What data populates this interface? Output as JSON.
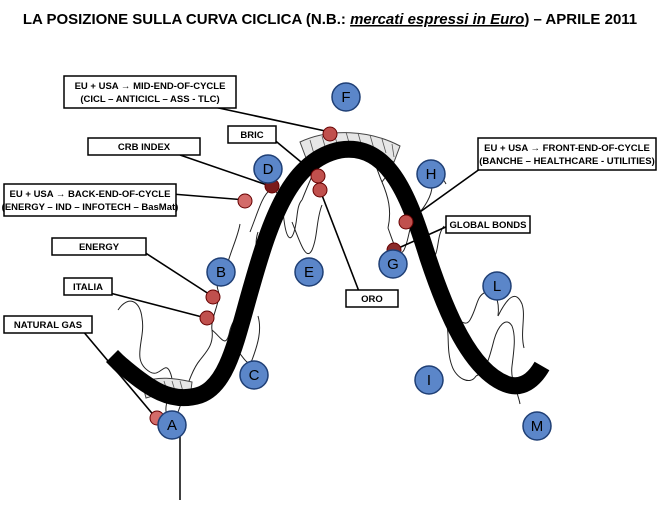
{
  "title": {
    "prefix": "LA POSIZIONE SULLA CURVA CICLICA (N.B.: ",
    "emphasis": "mercati espressi in Euro",
    "suffix": ") – APRILE 2011"
  },
  "stages": [
    "A",
    "B",
    "C",
    "D",
    "E",
    "F",
    "G",
    "H",
    "I",
    "L",
    "M"
  ],
  "labels": {
    "mid_end_1": "EU + USA → MID-END-OF-CYCLE",
    "mid_end_2": "(CICL – ANTICICL – ASS - TLC)",
    "crb": "CRB INDEX",
    "bric": "BRIC",
    "back_end_1": "EU + USA → BACK-END-OF-CYCLE",
    "back_end_2": "(ENERGY – IND – INFOTECH – BasMat)",
    "energy": "ENERGY",
    "italia": "ITALIA",
    "natural_gas": "NATURAL GAS",
    "oro": "ORO",
    "front_end_1": "EU + USA → FRONT-END-OF-CYCLE",
    "front_end_2": "(BANCHE – HEALTHCARE - UTILITIES)",
    "global_bonds": "GLOBAL BONDS"
  },
  "colors": {
    "curve": "#000000",
    "stage_fill": "#5b86c9",
    "marker_fill": "#c0504d",
    "marker_dark": "#7a1a1a"
  }
}
